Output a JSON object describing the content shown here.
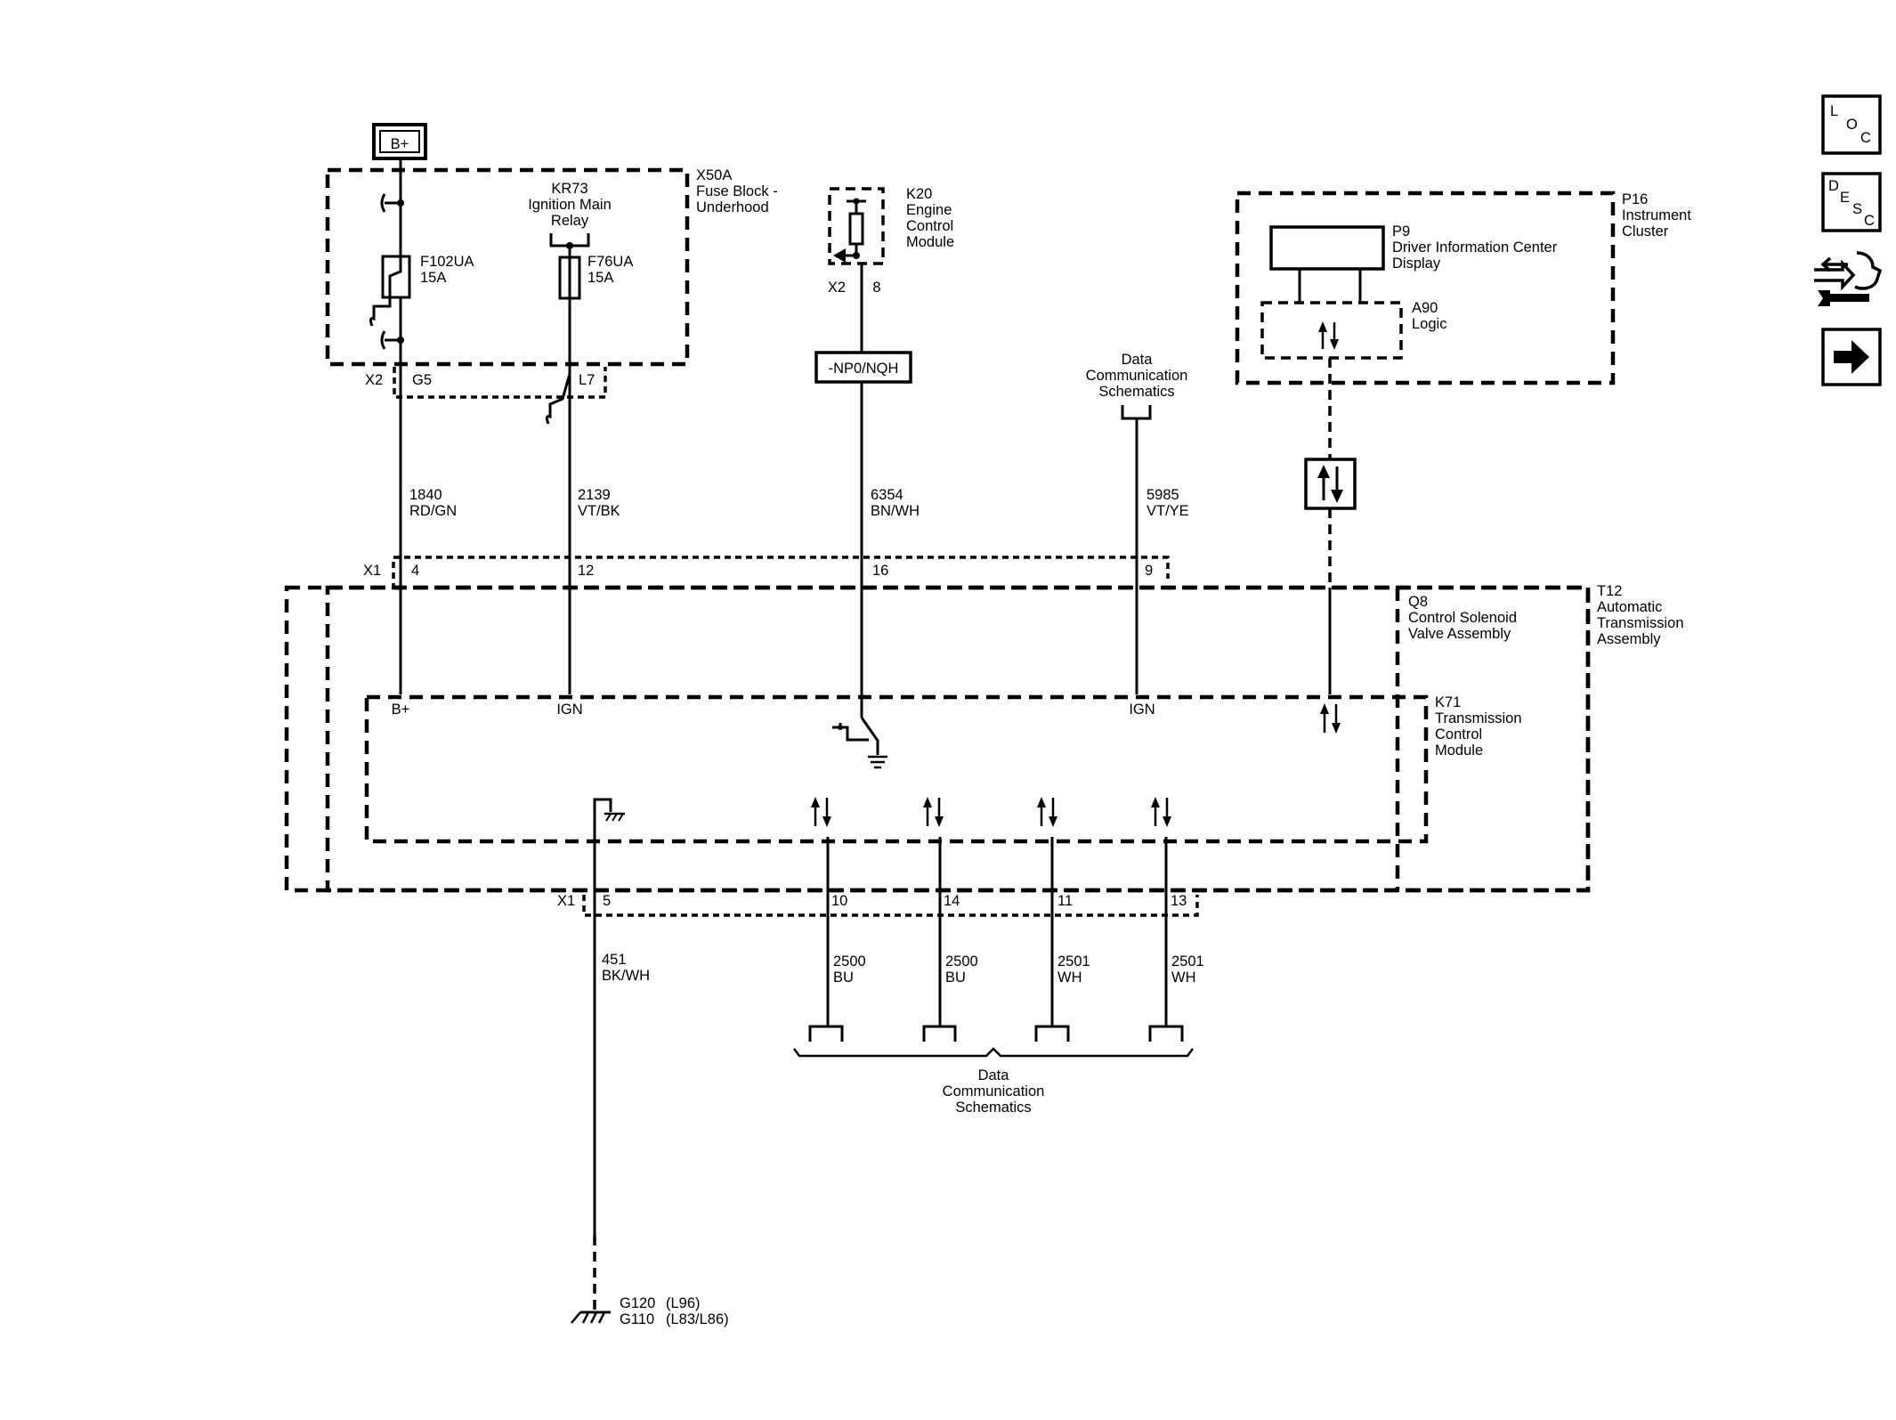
{
  "power": {
    "bplus": "B+"
  },
  "fuse_block": {
    "ref": "X50A",
    "name_1": "Fuse Block -",
    "name_2": "Underhood",
    "relay_ref": "KR73",
    "relay_name_1": "Ignition Main",
    "relay_name_2": "Relay",
    "fuse1_ref": "F102UA",
    "fuse1_rating": "15A",
    "fuse2_ref": "F76UA",
    "fuse2_rating": "15A",
    "connector": "X2",
    "pin_g5": "G5",
    "pin_l7": "L7"
  },
  "ecm": {
    "ref": "K20",
    "name_1": "Engine",
    "name_2": "Control",
    "name_3": "Module",
    "connector": "X2",
    "pin": "8",
    "option_box": "-NP0/NQH"
  },
  "data_comm_top": {
    "line_1": "Data",
    "line_2": "Communication",
    "line_3": "Schematics"
  },
  "cluster": {
    "ref": "P16",
    "name_1": "Instrument",
    "name_2": "Cluster",
    "display_ref": "P9",
    "display_name_1": "Driver Information Center",
    "display_name_2": "Display",
    "logic_ref": "A90",
    "logic_name": "Logic"
  },
  "wires_upper": [
    {
      "circuit": "1840",
      "color": "RD/GN"
    },
    {
      "circuit": "2139",
      "color": "VT/BK"
    },
    {
      "circuit": "6354",
      "color": "BN/WH"
    },
    {
      "circuit": "5985",
      "color": "VT/YE"
    }
  ],
  "x1_upper": {
    "connector": "X1",
    "pins": [
      "4",
      "12",
      "16",
      "9"
    ]
  },
  "transmission": {
    "q8_ref": "Q8",
    "q8_name_1": "Control Solenoid",
    "q8_name_2": "Valve Assembly",
    "t12_ref": "T12",
    "t12_name_1": "Automatic",
    "t12_name_2": "Transmission",
    "t12_name_3": "Assembly",
    "k71_ref": "K71",
    "k71_name_1": "Transmission",
    "k71_name_2": "Control",
    "k71_name_3": "Module",
    "term_bplus": "B+",
    "term_ign1": "IGN",
    "term_ign2": "IGN"
  },
  "x1_lower": {
    "connector": "X1",
    "pins": [
      "5",
      "10",
      "14",
      "11",
      "13"
    ]
  },
  "wires_lower": [
    {
      "circuit": "451",
      "color": "BK/WH"
    },
    {
      "circuit": "2500",
      "color": "BU"
    },
    {
      "circuit": "2500",
      "color": "BU"
    },
    {
      "circuit": "2501",
      "color": "WH"
    },
    {
      "circuit": "2501",
      "color": "WH"
    }
  ],
  "data_comm_bottom": {
    "line_1": "Data",
    "line_2": "Communication",
    "line_3": "Schematics"
  },
  "grounds": {
    "g120": "G120",
    "g120_opt": "(L96)",
    "g110": "G110",
    "g110_opt": "(L83/L86)"
  },
  "nav_icons": {
    "loc": [
      "L",
      "O",
      "C"
    ],
    "desc": [
      "D",
      "E",
      "S",
      "C"
    ],
    "icons": [
      "loc-button-icon",
      "desc-button-icon",
      "connector-wrench-icon",
      "next-arrow-icon"
    ]
  }
}
